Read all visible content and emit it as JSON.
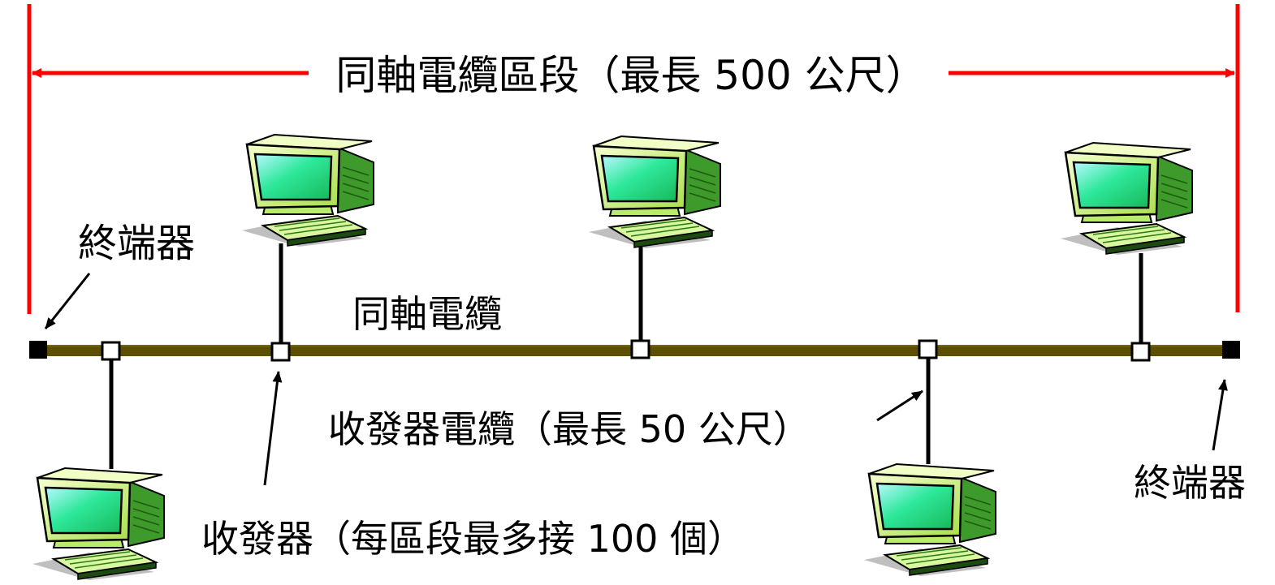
{
  "title": "同軸電纜區段（最長 500 公尺）",
  "labels": {
    "terminator_left": "終端器",
    "terminator_right": "終端器",
    "coax": "同軸電纜",
    "transceiver_cable": "收發器電纜（最長 50 公尺）",
    "transceiver": "收發器（每區段最多接 100 個）"
  },
  "colors": {
    "segment_marker": "#ff0000",
    "coax_cable": "#5c5000",
    "transceiver_fill": "#ffffff",
    "terminator_fill": "#000000",
    "monitor_body": "#c8ef80",
    "monitor_screen": "#2ee89a"
  },
  "icons": {
    "computer": "computer-icon",
    "terminator": "terminator-icon",
    "transceiver": "transceiver-icon"
  },
  "computers": [
    {
      "id": "pc-1",
      "side": "below"
    },
    {
      "id": "pc-2",
      "side": "above"
    },
    {
      "id": "pc-3",
      "side": "above"
    },
    {
      "id": "pc-4",
      "side": "below"
    },
    {
      "id": "pc-5",
      "side": "above"
    }
  ]
}
